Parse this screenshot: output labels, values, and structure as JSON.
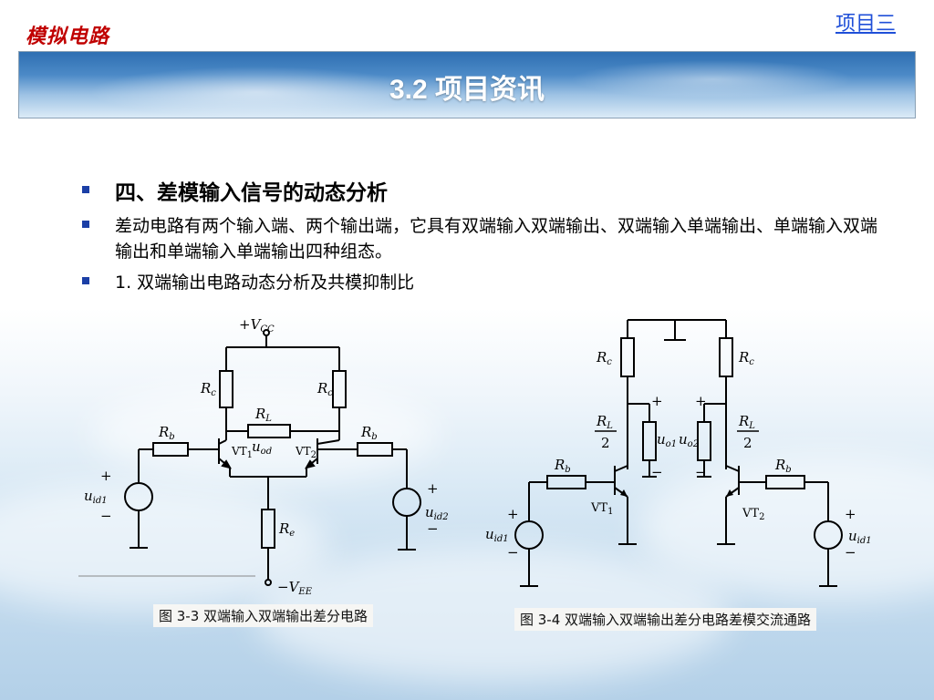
{
  "header": {
    "brand": "模拟电路",
    "project_link": "项目三",
    "banner_title": "3.2 项目资讯"
  },
  "bullets": [
    {
      "text": "四、差模输入信号的动态分析"
    },
    {
      "text": "差动电路有两个输入端、两个输出端，它具有双端输入双端输出、双端输入单端输出、单端输入双端输出和单端输入单端输出四种组态。"
    },
    {
      "text": "1. 双端输出电路动态分析及共模抑制比"
    }
  ],
  "figure1": {
    "caption": "图 3-3 双端输入双端输出差分电路",
    "vcc": "+V",
    "vcc_sub": "CC",
    "vee": "−V",
    "vee_sub": "EE",
    "rc1": "R",
    "rc1_sub": "c",
    "rc2": "R",
    "rc2_sub": "c",
    "rl": "R",
    "rl_sub": "L",
    "rb1": "R",
    "rb1_sub": "b",
    "rb2": "R",
    "rb2_sub": "b",
    "re": "R",
    "re_sub": "e",
    "vt1": "VT",
    "vt1_sub": "1",
    "vt2": "VT",
    "vt2_sub": "2",
    "uod": "u",
    "uod_sub": "od",
    "uid1": "u",
    "uid1_sub": "id1",
    "uid2": "u",
    "uid2_sub": "id2",
    "plus": "+",
    "minus": "−"
  },
  "figure2": {
    "caption": "图 3-4  双端输入双端输出差分电路差模交流通路",
    "rc1": "R",
    "rc1_sub": "c",
    "rc2": "R",
    "rc2_sub": "c",
    "rl1_num": "R",
    "rl1_sub": "L",
    "rl1_den": "2",
    "rl2_num": "R",
    "rl2_sub": "L",
    "rl2_den": "2",
    "rb1": "R",
    "rb1_sub": "b",
    "rb2": "R",
    "rb2_sub": "b",
    "uo1": "u",
    "uo1_sub": "o1",
    "uo2": "u",
    "uo2_sub": "o2",
    "vt1": "VT",
    "vt1_sub": "1",
    "vt2": "VT",
    "vt2_sub": "2",
    "uid1a": "u",
    "uid1a_sub": "id1",
    "uid1b": "u",
    "uid1b_sub": "id1",
    "plus": "+",
    "minus": "−"
  }
}
